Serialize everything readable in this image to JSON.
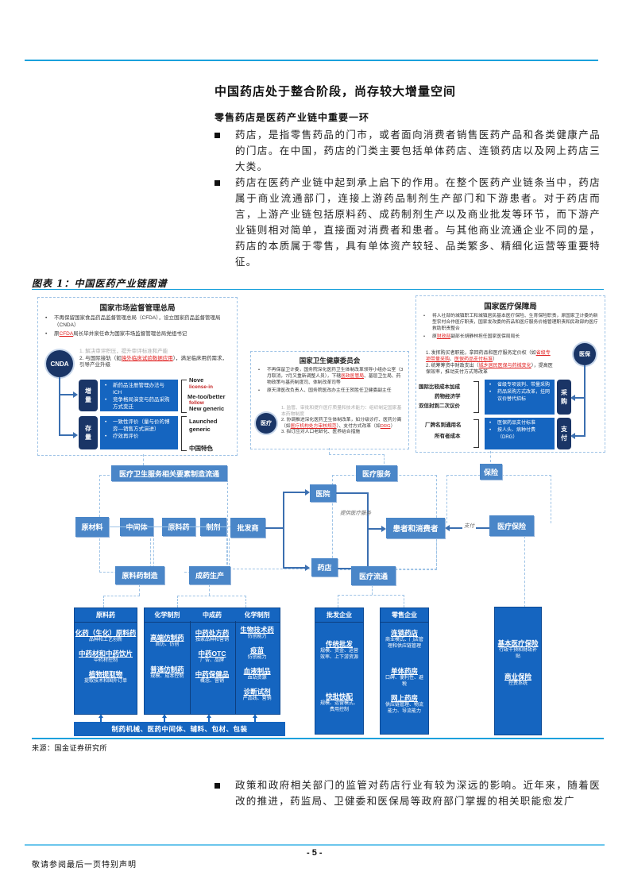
{
  "page": {
    "heading": "中国药店处于整合阶段，尚存较大增量空间",
    "subheading": "零售药店是医药产业链中重要一环",
    "bullets": [
      "药店，是指零售药品的门市，或者面向消费者销售医药产品和各类健康产品的门店。在中国，药店的门类主要包括单体药店、连锁药店以及网上药店三大类。",
      "药店在医药产业链中起到承上启下的作用。在整个医药产业链条当中，药店属于商业流通部门，连接上游药品制剂生产部门和下游患者。对于药店而言，上游产业链包括原料药、成药制剂生产以及商业批发等环节，而下游产业链则相对简单，直接面对消费者和患者。与其他商业流通企业不同的是，药店的本质属于零售，具有单体资产较轻、品类繁多、精细化运营等重要特征。",
      "政策和政府相关部门的监管对药店行业有较为深远的影响。近年来，随着医改的推进，药监局、卫健委和医保局等政府部门掌握的相关职能愈发广"
    ],
    "figure_title": "图表 1：中国医药产业链图谱",
    "source": "来源：国金证券研究所",
    "page_number": "- 5 -",
    "footer": "敬请参阅最后一页特别声明"
  },
  "diagram": {
    "samr": {
      "title": "国家市场监督管理总局",
      "bullet1": "不再保留国家食品药品监督管理总局（CFDA），设立国家药品监督管理局（CNDA）",
      "bullet2_pre": "原",
      "bullet2_red": "CFDA",
      "bullet2_post": "局长毕井泉任命为国家市场监督管理总局党组书记",
      "circle": "CNDA",
      "note1": "1. 解决审评积压，提升审评标准和产能",
      "note2_pre": "2. 与国际接轨（如",
      "note2_red": "境外临床试验数据应用",
      "note2_post": "），满足临床用药需求，引导产业升级",
      "tab1": "增\n量",
      "tab2": "存\n量",
      "card1": [
        "新药品注册管理办法与ICH",
        "竞争格局演变与药品采购方式变迁"
      ],
      "card2": [
        "一致性评价（量与价的博弈—销售方式演进）",
        "疗效再评价"
      ],
      "labels": [
        "Nove",
        "license-in",
        "Me-too/better",
        "follow",
        "New generic",
        "Launched generic",
        "中国特色"
      ]
    },
    "nhc": {
      "title": "国家卫生健康委员会",
      "bullet1_pre": "不再保留卫计委，国务院深化医药卫生体制改革领导小组办公室（3月取消，7月又重新调整人员），下辖",
      "bullet1_red": "医政医管局",
      "bullet1_post": "、基层卫生局、药物政策与基药制度司、体制改革司等",
      "bullet2": "原天津医改负责人、国务院医改办主任王贺胜任卫健委副主任",
      "circle": "医疗",
      "note1": "1. 监管、审批和提升医疗质量和技术能力：组织制定国家基本药物制度",
      "note2_pre": "2. 协调推进深化医药卫生体制改革，如分级诊疗、医药分离（如",
      "note2_red": "医疗机构处方审核规范",
      "note2_mid": "）、支付方式改革（如",
      "note2_red2": "DRG",
      "note2_post": "）",
      "note3": "3. 拟订应对人口老龄化、医养结合措施"
    },
    "nhsa": {
      "title": "国家医疗保障局",
      "bullet1": "将人社部的城镇职工和城镇居民基本医疗保险、生育保险职责，原国家卫计委的新型农村合作医疗职责，国家发改委的药品和医疗服务价格管理职责和民政部的医疗救助职责整合",
      "bullet2_pre": "原",
      "bullet2_red": "财政部",
      "bullet2_post": "副部长胡静林担任国家医保局局长",
      "circle": "医保",
      "note1_pre": "1. 发挥购买者职能，拿回药品和医疗服务定价权（如",
      "note1_red": "省级专项带量采购",
      "note1_mid": "、",
      "note1_red2": "医保药品支付标准",
      "note1_post": "）",
      "note2_pre": "2. 统筹筹资中财政支出（",
      "note2_red": "城乡居民医保与药械变化",
      "note2_post": "），提高医保效率，推动支付方式等改革",
      "left_labels1": [
        "国际比较成本加成",
        "药物经济学",
        "双信封到二次议价"
      ],
      "left_labels2": [
        "厂牌名到通用名",
        "所有者成本"
      ],
      "card1": [
        "省级专项谈判、带量采购",
        "药品采购方式改革，挂网议价替代招标"
      ],
      "card2": [
        "医保药品支付标准",
        "按人头、病种付费（DRG）"
      ],
      "tab1": "采\n购",
      "tab2": "支\n付"
    },
    "flow": {
      "top_left": "医疗卫生服务相关要素制造流通",
      "top_mid": "医疗服务",
      "top_right": "保险",
      "chain": [
        "原材料",
        "中间体",
        "原料药",
        "制剂",
        "批发商"
      ],
      "hospital": "医院",
      "pharmacy": "药店",
      "provide_service": "提供医疗服务",
      "patients": "患者和消费者",
      "pay": "支付",
      "insurance": "医疗保险",
      "bottom_api": "原料药制造",
      "bottom_drug": "成药生产",
      "bottom_dist": "医疗流通"
    },
    "columns": {
      "api": {
        "header": "原料药",
        "items": [
          {
            "t": "化药（生化）原料药",
            "s": "品种和工艺创新"
          },
          {
            "t": "中药材和中药饮片",
            "s": "中药材控制"
          },
          {
            "t": "植物提取物",
            "s": "提取技术和国外订单"
          }
        ]
      },
      "drugs": {
        "headers": [
          "化学制剂",
          "中成药",
          "化学制剂"
        ],
        "col1": [
          {
            "t": "高端仿制药",
            "s": "首仿、仿创"
          },
          {
            "t": "普通仿制药",
            "s": "规模、成本控制"
          }
        ],
        "col2": [
          {
            "t": "中药处方药",
            "s": "独家品种和营销"
          },
          {
            "t": "中药OTC",
            "s": "广告、品牌"
          },
          {
            "t": "中药保健品",
            "s": "概念、营销"
          }
        ],
        "col3": [
          {
            "t": "生物技术药",
            "s": "仿创能力"
          },
          {
            "t": "疫苗",
            "s": "仿创能力"
          },
          {
            "t": "血液制品",
            "s": "血站资源"
          },
          {
            "t": "诊断试剂",
            "s": "产品线、营销"
          }
        ]
      },
      "wholesale": {
        "header": "批发企业",
        "items": [
          {
            "t": "传统批发",
            "s": "规模、资金、运营效率、上下游资源"
          },
          {
            "t": "快批快配",
            "s": "规模、运营模式、费用控制"
          }
        ]
      },
      "retail": {
        "header": "零售企业",
        "items": [
          {
            "t": "连锁药店",
            "s": "商业模式、门店管理和供应链管理"
          },
          {
            "t": "单体药房",
            "s": "口碑、便利性、避税"
          },
          {
            "t": "网上药房",
            "s": "供应链管理、物流能力、导流能力"
          }
        ]
      },
      "insurance": {
        "items": [
          {
            "t": "基本医疗保险",
            "s": "行政干预和财政补贴"
          },
          {
            "t": "商业保险",
            "s": "控费系统"
          }
        ]
      },
      "base": "制药机械、医药中间体、辅料、包材、包装"
    }
  }
}
